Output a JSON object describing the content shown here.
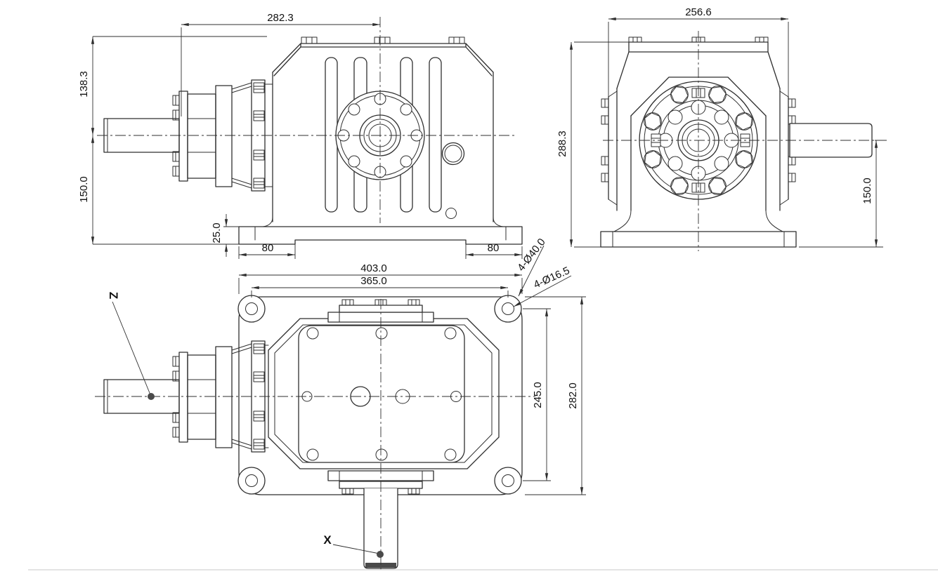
{
  "drawing": {
    "colors": {
      "line": "#2f2f2f",
      "background": "#ffffff",
      "shaft_end_fill": "#4a4a4a"
    },
    "front_view": {
      "width_to_output_axis": "282.3",
      "height_top_to_axis": "138.3",
      "height_axis_to_base": "150.0",
      "base_thickness": "25.0",
      "foot_left": "80",
      "foot_right": "80"
    },
    "end_view": {
      "width_across_flanges": "256.6",
      "overall_height": "288.3",
      "output_axis_height": "150.0"
    },
    "top_view": {
      "overall_length": "403.0",
      "hole_pitch_length": "365.0",
      "hole_pitch_width": "245.0",
      "overall_width": "282.0",
      "boss_callout": "4-Ø40.0",
      "hole_callout": "4-Ø16.5",
      "input_shaft_label": "Z",
      "output_shaft_label": "X"
    }
  }
}
